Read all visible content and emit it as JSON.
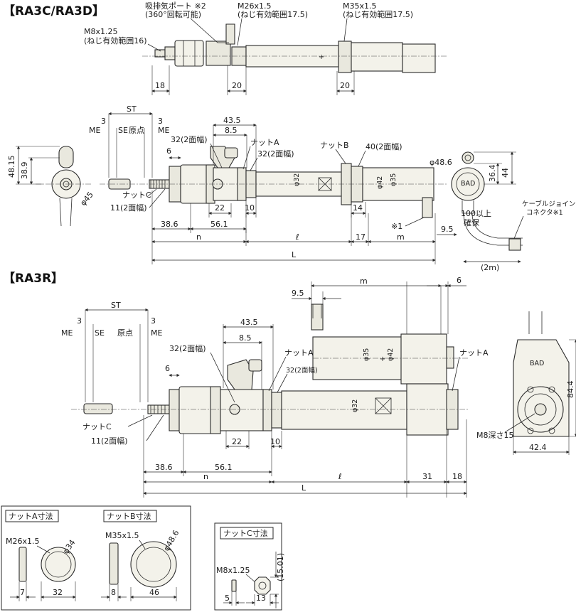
{
  "titles": {
    "ra3c_ra3d": "【RA3C/RA3D】",
    "ra3r": "【RA3R】"
  },
  "top_view": {
    "exhaust_port": "吸排気ポート ※2",
    "exhaust_port_note": "(360°回転可能)",
    "m26": "M26x1.5",
    "m26_note": "(ねじ有効範囲17.5)",
    "m35": "M35x1.5",
    "m35_note": "(ねじ有効範囲17.5)",
    "m8": "M8x1.25",
    "m8_note": "(ねじ有効範囲16)",
    "dim_18": "18",
    "dim_20a": "20",
    "dim_20b": "20"
  },
  "ra3c": {
    "st": "ST",
    "me": "ME",
    "se": "SE",
    "origin": "原点",
    "dim_3a": "3",
    "dim_3b": "3",
    "dim_43_5": "43.5",
    "dim_8_5": "8.5",
    "nut_a": "ナットA",
    "nut_b": "ナットB",
    "nut_c": "ナットC",
    "flats_32": "32(2面幅)",
    "flats_32b": "32(2面幅)",
    "flats_40": "40(2面幅)",
    "flats_11": "11(2面幅)",
    "dia_48_6": "φ48.6",
    "dia_32": "φ32",
    "dia_42": "φ42",
    "dia_35": "φ35",
    "dia_45": "φ45",
    "dim_6": "6",
    "dim_48_15": "48.15",
    "dim_38_9": "38.9",
    "dim_36_4": "36.4",
    "dim_44": "44",
    "dim_22": "22",
    "dim_10": "10",
    "dim_14": "14",
    "dim_38_6": "38.6",
    "dim_56_1": "56.1",
    "dim_n": "n",
    "dim_l": "ℓ",
    "dim_17": "17",
    "dim_m": "m",
    "dim_L": "L",
    "dim_9_5": "9.5",
    "note_1": "※1",
    "clearance": "100以上",
    "clearance2": "確保",
    "cable_joint": "ケーブルジョイント",
    "connector": "コネクタ※1",
    "cable_len": "(2m)"
  },
  "ra3r": {
    "st": "ST",
    "me": "ME",
    "se": "SE",
    "origin": "原点",
    "dim_3a": "3",
    "dim_3b": "3",
    "dim_43_5": "43.5",
    "dim_8_5": "8.5",
    "dim_9_5": "9.5",
    "dim_m": "m",
    "dim_6": "6",
    "dim_6b": "6",
    "flats_32": "32(2面幅)",
    "flats_32b": "32(2面幅)",
    "flats_11": "11(2面幅)",
    "nut_a": "ナットA",
    "nut_a2": "ナットA",
    "nut_c": "ナットC",
    "dia_35": "φ35",
    "dia_42": "φ42",
    "dia_32": "φ32",
    "dim_22": "22",
    "dim_10": "10",
    "dim_38_6": "38.6",
    "dim_56_1": "56.1",
    "dim_n": "n",
    "dim_l": "ℓ",
    "dim_31": "31",
    "dim_18": "18",
    "dim_L": "L",
    "dim_84_4": "84.4",
    "dim_42_4": "42.4",
    "m8_depth": "M8深さ15",
    "logo": "BAD"
  },
  "nut_ab_box": {
    "title_a": "ナットA寸法",
    "title_b": "ナットB寸法",
    "a_thread": "M26x1.5",
    "a_dia": "φ34",
    "a_7": "7",
    "a_32": "32",
    "b_thread": "M35x1.5",
    "b_dia": "φ48.6",
    "b_8": "8",
    "b_46": "46"
  },
  "nut_c_box": {
    "title": "ナットC寸法",
    "thread": "M8x1.25",
    "d_15": "(15.01)",
    "d_5": "5",
    "d_13": "13"
  }
}
